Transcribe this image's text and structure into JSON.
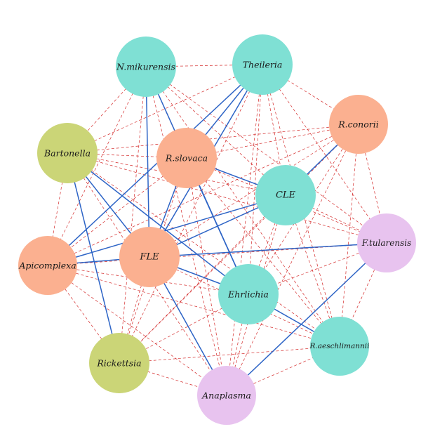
{
  "colors": {
    "teal": "#7fe0d4",
    "salmon": "#fbb090",
    "olive": "#cbd577",
    "lavender": "#e8c3ef",
    "edge_positive": "#d42a2a",
    "edge_negative": "#2d64c6"
  },
  "nodes": [
    {
      "id": "nmik",
      "label": "N.mikurensis",
      "color": "teal"
    },
    {
      "id": "thei",
      "label": "Theileria",
      "color": "teal"
    },
    {
      "id": "rcon",
      "label": "R.conorii",
      "color": "salmon"
    },
    {
      "id": "bart",
      "label": "Bartonella",
      "color": "olive"
    },
    {
      "id": "rslo",
      "label": "R.slovaca",
      "color": "salmon"
    },
    {
      "id": "cle",
      "label": "CLE",
      "color": "teal"
    },
    {
      "id": "ftul",
      "label": "F.tularensis",
      "color": "lavender"
    },
    {
      "id": "apic",
      "label": "Apicomplexa",
      "color": "salmon"
    },
    {
      "id": "fle",
      "label": "FLE",
      "color": "salmon"
    },
    {
      "id": "ehrl",
      "label": "Ehrlichia",
      "color": "teal"
    },
    {
      "id": "raes",
      "label": "R.aeschlimannii",
      "color": "teal"
    },
    {
      "id": "rick",
      "label": "Rickettsia",
      "color": "olive"
    },
    {
      "id": "anap",
      "label": "Anaplasma",
      "color": "lavender"
    }
  ],
  "edges_negative": [
    [
      "nmik",
      "fle"
    ],
    [
      "nmik",
      "ehrl"
    ],
    [
      "thei",
      "rslo"
    ],
    [
      "thei",
      "fle"
    ],
    [
      "thei",
      "apic"
    ],
    [
      "bart",
      "fle"
    ],
    [
      "bart",
      "rick"
    ],
    [
      "bart",
      "ehrl"
    ],
    [
      "rslo",
      "ehrl"
    ],
    [
      "rslo",
      "fle"
    ],
    [
      "cle",
      "fle"
    ],
    [
      "cle",
      "apic"
    ],
    [
      "cle",
      "rslo"
    ],
    [
      "ftul",
      "fle"
    ],
    [
      "fle",
      "apic"
    ],
    [
      "fle",
      "ehrl"
    ],
    [
      "fle",
      "anap"
    ],
    [
      "ehrl",
      "raes"
    ],
    [
      "anap",
      "ftul"
    ],
    [
      "cle",
      "rcon"
    ]
  ],
  "edges_positive": [
    [
      "nmik",
      "thei"
    ],
    [
      "nmik",
      "bart"
    ],
    [
      "nmik",
      "rslo"
    ],
    [
      "nmik",
      "cle"
    ],
    [
      "nmik",
      "apic"
    ],
    [
      "nmik",
      "rick"
    ],
    [
      "nmik",
      "anap"
    ],
    [
      "nmik",
      "raes"
    ],
    [
      "nmik",
      "ftul"
    ],
    [
      "thei",
      "bart"
    ],
    [
      "thei",
      "rcon"
    ],
    [
      "thei",
      "cle"
    ],
    [
      "thei",
      "ehrl"
    ],
    [
      "thei",
      "raes"
    ],
    [
      "thei",
      "anap"
    ],
    [
      "thei",
      "ftul"
    ],
    [
      "thei",
      "rick"
    ],
    [
      "rcon",
      "bart"
    ],
    [
      "rcon",
      "rslo"
    ],
    [
      "rcon",
      "fle"
    ],
    [
      "rcon",
      "ehrl"
    ],
    [
      "rcon",
      "anap"
    ],
    [
      "rcon",
      "raes"
    ],
    [
      "rcon",
      "rick"
    ],
    [
      "rcon",
      "apic"
    ],
    [
      "rcon",
      "ftul"
    ],
    [
      "bart",
      "rslo"
    ],
    [
      "bart",
      "cle"
    ],
    [
      "bart",
      "apic"
    ],
    [
      "bart",
      "ftul"
    ],
    [
      "bart",
      "raes"
    ],
    [
      "bart",
      "anap"
    ],
    [
      "rslo",
      "apic"
    ],
    [
      "rslo",
      "anap"
    ],
    [
      "rslo",
      "rick"
    ],
    [
      "rslo",
      "raes"
    ],
    [
      "rslo",
      "ftul"
    ],
    [
      "cle",
      "ehrl"
    ],
    [
      "cle",
      "rick"
    ],
    [
      "cle",
      "anap"
    ],
    [
      "cle",
      "raes"
    ],
    [
      "cle",
      "ftul"
    ],
    [
      "ftul",
      "ehrl"
    ],
    [
      "ftul",
      "raes"
    ],
    [
      "ftul",
      "apic"
    ],
    [
      "apic",
      "ehrl"
    ],
    [
      "apic",
      "rick"
    ],
    [
      "apic",
      "anap"
    ],
    [
      "apic",
      "raes"
    ],
    [
      "fle",
      "rick"
    ],
    [
      "fle",
      "raes"
    ],
    [
      "ehrl",
      "rick"
    ],
    [
      "ehrl",
      "anap"
    ],
    [
      "rick",
      "anap"
    ],
    [
      "rick",
      "raes"
    ],
    [
      "anap",
      "raes"
    ],
    [
      "fle",
      "thei"
    ],
    [
      "apic",
      "thei"
    ]
  ]
}
